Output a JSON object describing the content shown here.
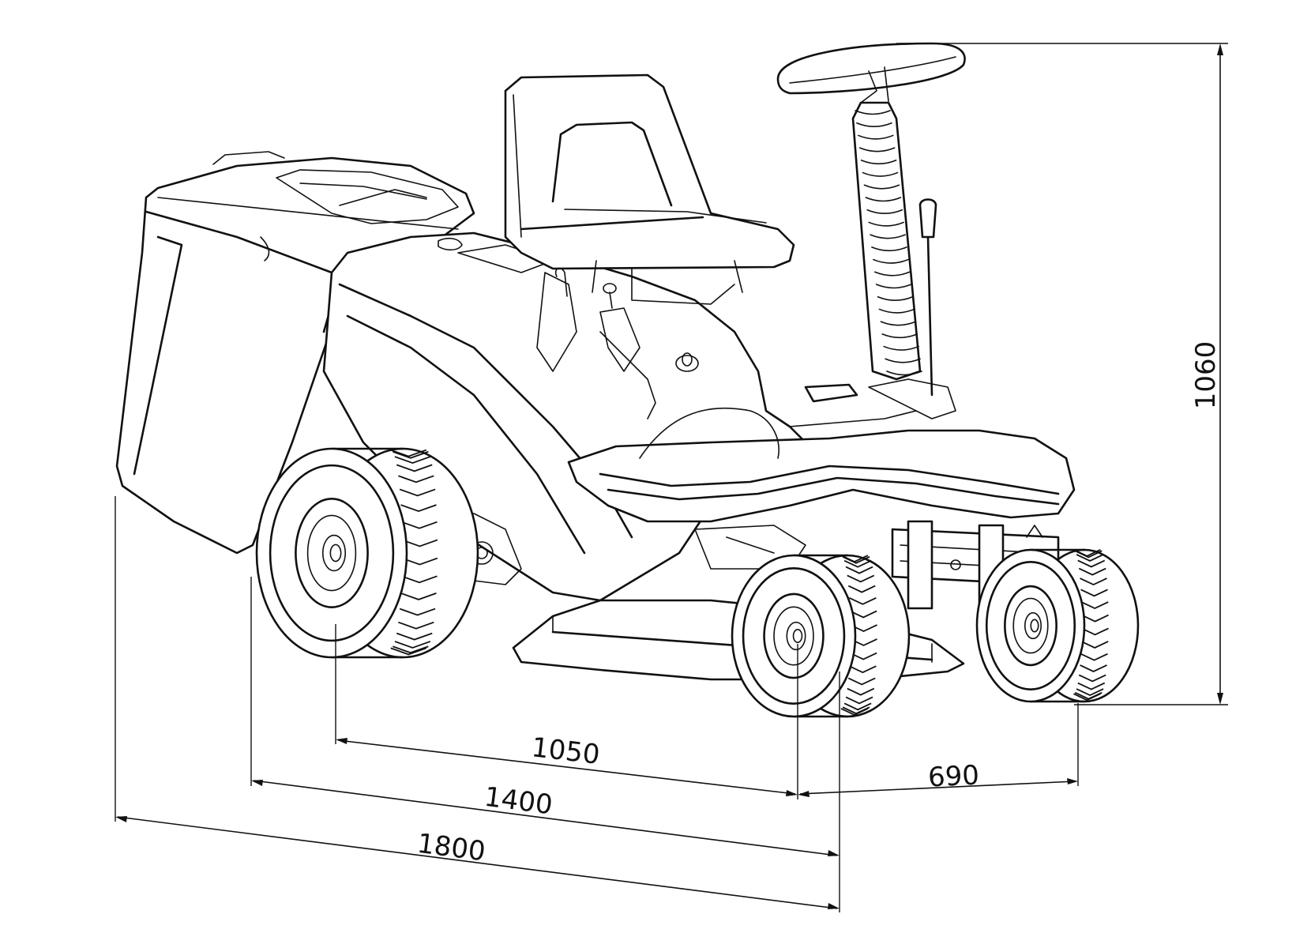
{
  "diagram": {
    "subject": "ride-on lawn mower with rear grass collector",
    "line_color": "#111111",
    "background_color": "#ffffff"
  },
  "dimensions": {
    "height": "1060",
    "wheelbase": "1050",
    "front_track": "690",
    "length_without_bag": "1400",
    "overall_length": "1800"
  }
}
